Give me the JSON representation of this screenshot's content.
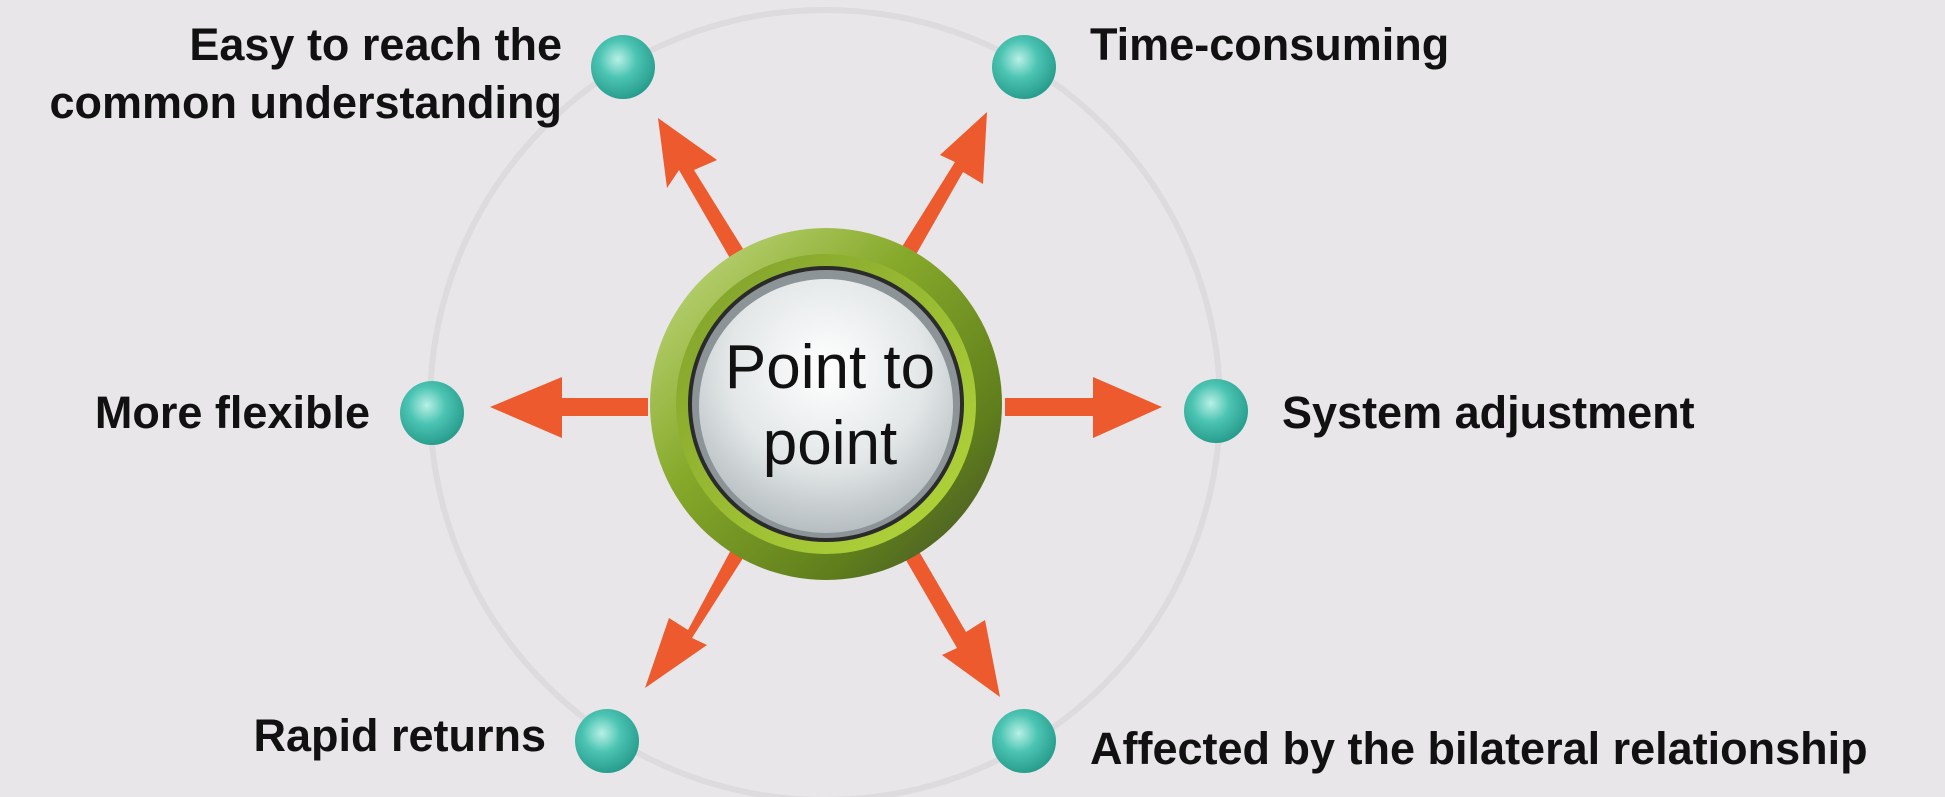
{
  "center": {
    "line1": "Point to",
    "line2": "point"
  },
  "labels": {
    "top_left": {
      "line1": "Easy to reach the",
      "line2": "common understanding"
    },
    "top_right": "Time-consuming",
    "mid_left": "More flexible",
    "mid_right": "System adjustment",
    "bottom_left": "Rapid returns",
    "bottom_right": "Affected by the bilateral relationship"
  },
  "colors": {
    "background": "#e8e6e8",
    "arrow": "#ec5a2d",
    "node": "#3fb9a8",
    "ring_outer": "#6f9020",
    "ring_inner": "#9bbf3a",
    "outline_circle": "#dddbdd"
  }
}
